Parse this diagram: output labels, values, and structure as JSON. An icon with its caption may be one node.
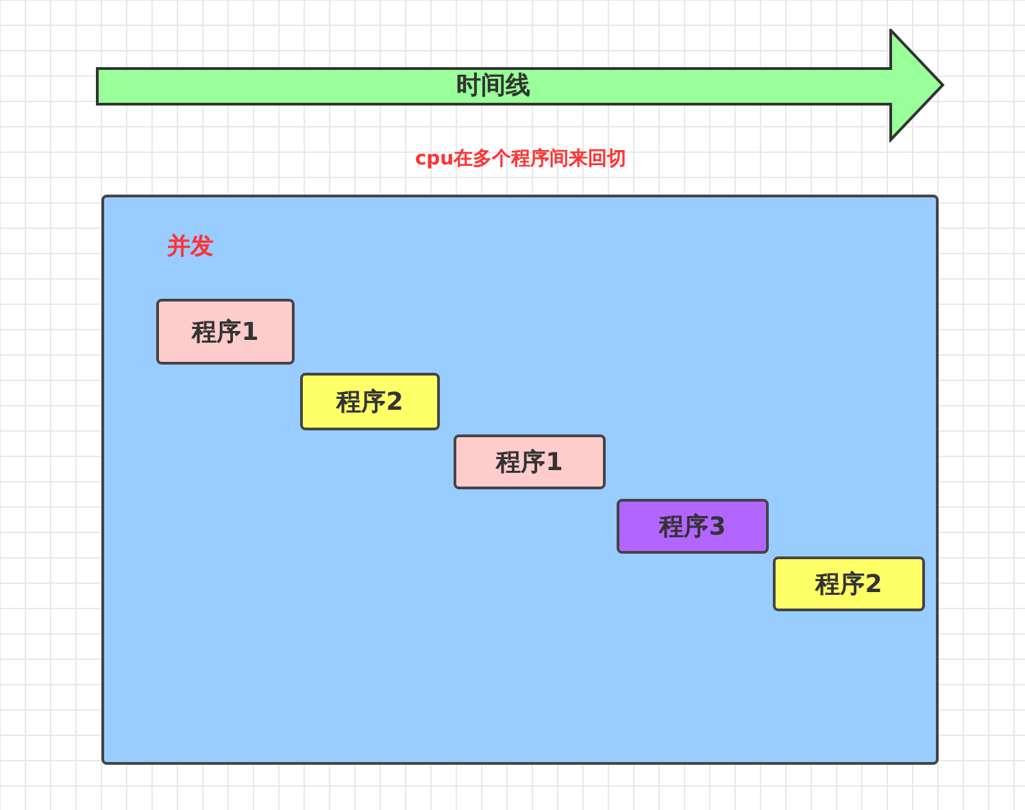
{
  "diagram": {
    "nodes": [
      {
        "text": [
          "时间线"
        ]
      },
      {
        "text": [
          "并发"
        ]
      },
      {
        "text": [
          "程序1"
        ],
        "in": 1
      },
      {
        "text": [
          "程序2"
        ],
        "in": 1
      },
      {
        "text": [
          "程序1"
        ],
        "in": 1
      },
      {
        "text": [
          "程序3"
        ],
        "in": 1
      },
      {
        "text": [
          "程序2"
        ],
        "in": 1
      }
    ],
    "labels": [
      "cpu在多个程序间来回切"
    ]
  }
}
